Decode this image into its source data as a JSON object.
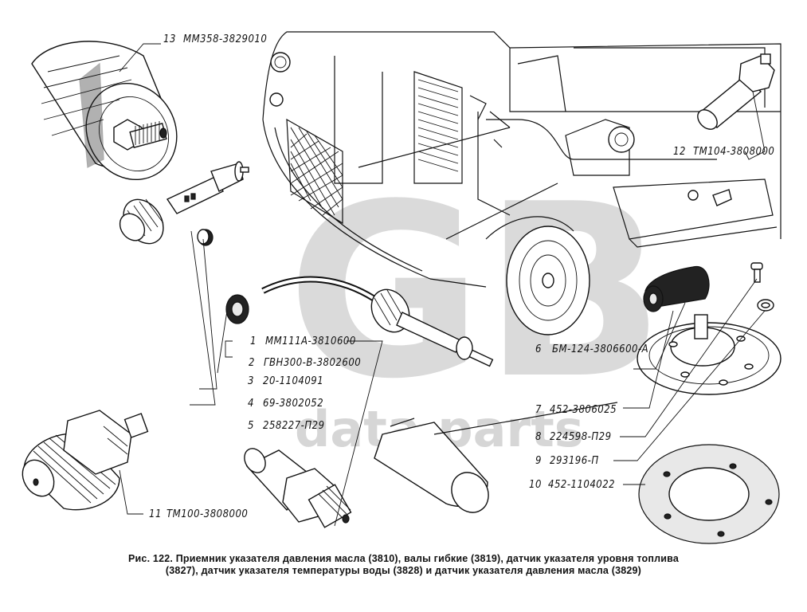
{
  "figure": {
    "number": "122",
    "caption_lines": [
      "Рис. 122. Приемник указателя давления масла (3810), валы гибкие (3819), датчик указателя уровня топлива",
      "(3827), датчик указателя температуры воды (3828) и датчик указателя давления масла (3829)"
    ]
  },
  "watermark": {
    "logo_text": "GB",
    "brand_text": "data parts",
    "color": "#d6d6d6"
  },
  "callouts": [
    {
      "num": "1",
      "part": "ММ111А-3810600"
    },
    {
      "num": "2",
      "part": "ГВН300-В-3802600"
    },
    {
      "num": "3",
      "part": "20-1104091"
    },
    {
      "num": "4",
      "part": "69-3802052"
    },
    {
      "num": "5",
      "part": "258227-П29"
    },
    {
      "num": "6",
      "part": "БМ-124-3806600-А"
    },
    {
      "num": "7",
      "part": "452-3806025"
    },
    {
      "num": "8",
      "part": "224598-П29"
    },
    {
      "num": "9",
      "part": "293196-П"
    },
    {
      "num": "10",
      "part": "452-1104022"
    },
    {
      "num": "11",
      "part": "ТМ100-3808000"
    },
    {
      "num": "12",
      "part": "ТМ104-3808000"
    },
    {
      "num": "13",
      "part": "ММ358-3829010"
    }
  ],
  "parts_depicted": [
    "oil-pressure-sender",
    "flexible-speedometer-shaft",
    "flexible-shaft-nut",
    "seal-washer",
    "fuel-level-sender-flange",
    "rubber-boot",
    "screw",
    "washer",
    "gasket",
    "water-temperature-sender",
    "oil-pressure-gauge-sender",
    "vehicle-cutaway"
  ]
}
